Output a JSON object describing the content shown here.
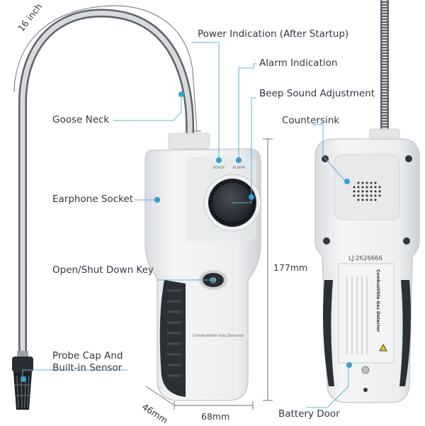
{
  "labels": {
    "power_indication": "Power Indication (After Startup)",
    "alarm_indication": "Alarm Indication",
    "beep_sound_adjustment": "Beep Sound Adjustment",
    "goose_neck": "Goose Neck",
    "countersink": "Countersink",
    "earphone_socket": "Earphone Socket",
    "open_shut_down_key": "Open/Shut Down Key",
    "probe_cap_line1": "Probe Cap And",
    "probe_cap_line2": "Built-in Sensor",
    "battery_door": "Battery Door"
  },
  "dimensions": {
    "neck_length": "16 inch",
    "height": "177mm",
    "width": "68mm",
    "depth": "46mm"
  },
  "device": {
    "ready_label": "READY",
    "alarm_label": "ALARM",
    "front_text": "Combustible Gas Detector",
    "model_number": "LJ:2626666",
    "back_title": "Combustible Gas Detector"
  },
  "colors": {
    "callout_line": "#5bb4d8",
    "callout_dot": "#3a9fd0",
    "body": "#eceef0",
    "grip": "#2b2f36"
  }
}
